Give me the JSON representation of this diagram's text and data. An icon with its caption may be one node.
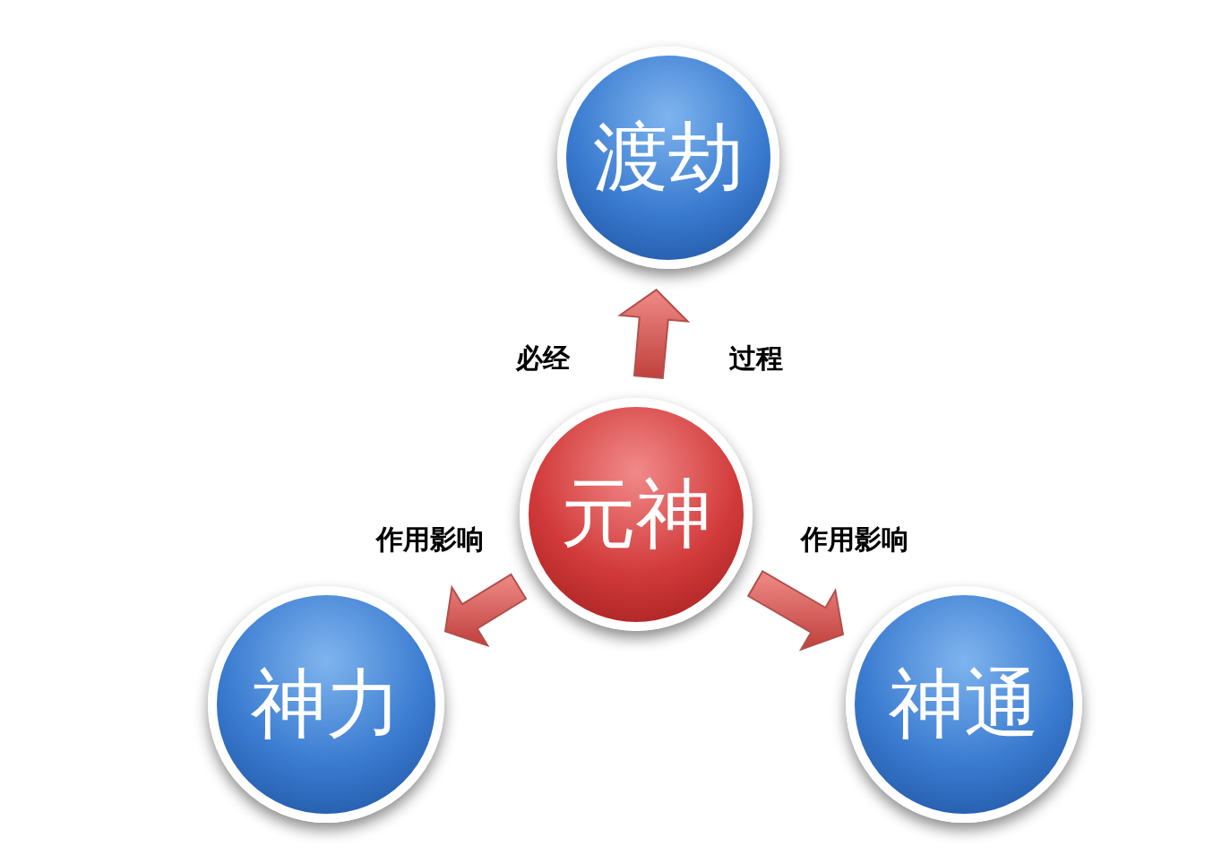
{
  "diagram": {
    "nodes": [
      {
        "text": [
          "渡劫"
        ]
      },
      {
        "text": [
          "元神"
        ]
      },
      {
        "text": [
          "神力"
        ]
      },
      {
        "text": [
          "神通"
        ]
      }
    ],
    "edges": [
      {
        "from": 1,
        "to": 0,
        "arrow": "to"
      },
      {
        "from": 1,
        "to": 2,
        "arrow": "to",
        "label": "作用影响"
      },
      {
        "from": 1,
        "to": 3,
        "arrow": "to",
        "label": "作用影响"
      }
    ],
    "labels": [
      "必经",
      "过程"
    ]
  }
}
